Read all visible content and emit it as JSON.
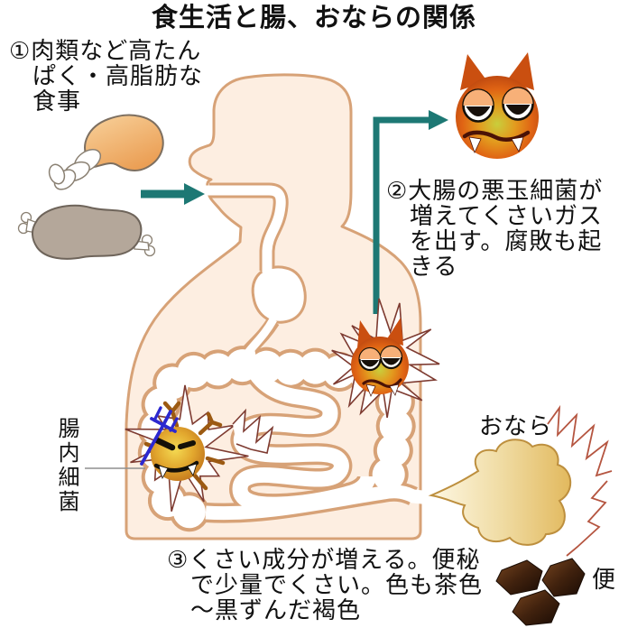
{
  "title": "食生活と腸、おならの関係",
  "steps": {
    "step1": {
      "lines": [
        "①肉類など高たん",
        "ぱく・高脂肪な",
        "食事"
      ]
    },
    "step2": {
      "lines": [
        "②大腸の悪玉細菌が",
        "増えてくさいガス",
        "を出す。腐敗も起",
        "きる"
      ]
    },
    "step3": {
      "lines": [
        "③くさい成分が増える。便秘",
        "で少量でくさい。色も茶色",
        "〜黒ずんだ褐色"
      ]
    }
  },
  "labels": {
    "gut_bacteria": "腸内細菌",
    "fart": "おなら",
    "stool": "便"
  },
  "colors": {
    "arrow_teal": "#1d7874",
    "body_fill": "#fdeee1",
    "body_outline": "#d7a277",
    "devil_orange": "#d96010",
    "starburst_stroke": "#7e3b31",
    "cloud_outline": "#bd8f3e"
  }
}
